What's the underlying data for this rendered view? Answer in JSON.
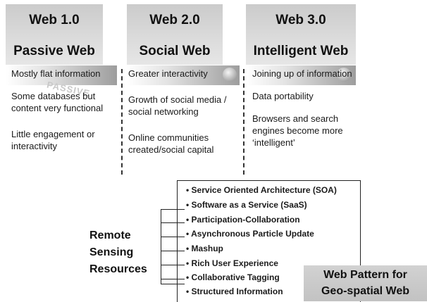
{
  "columns": [
    {
      "version": "Web 1.0",
      "name": "Passive Web",
      "items": [
        "Mostly flat information",
        "Some databases but content very functional",
        "Little engagement or interactivity"
      ]
    },
    {
      "version": "Web 2.0",
      "name": "Social Web",
      "items": [
        "Greater interactivity",
        "Growth of social media / social networking",
        "Online communities created/social capital"
      ]
    },
    {
      "version": "Web 3.0",
      "name": "Intelligent Web",
      "items": [
        "Joining up of information",
        "Data portability",
        "Browsers and search engines become more ‘intelligent’"
      ]
    }
  ],
  "watermark_text": "PASSIVE",
  "remote_sensing": {
    "line1": "Remote",
    "line2": "Sensing",
    "line3": "Resources"
  },
  "patterns": [
    "Service Oriented Architecture (SOA)",
    "Software as a Service (SaaS)",
    "Participation-Collaboration",
    "Asynchronous Particle Update",
    "Mashup",
    "Rich User Experience",
    "Collaborative Tagging",
    "Structured Information"
  ],
  "pattern_title": {
    "line1": "Web Pattern for",
    "line2": "Geo-spatial Web"
  }
}
